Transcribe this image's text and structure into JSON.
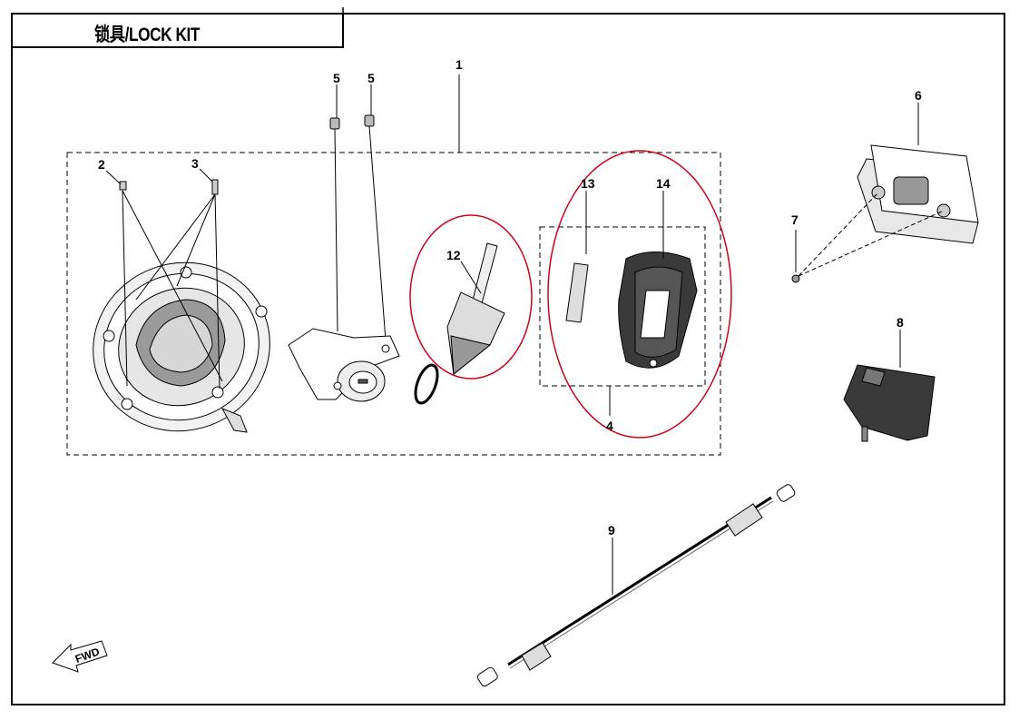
{
  "title": "锁具/LOCK KIT",
  "fwd_label": "FWD",
  "callouts": [
    {
      "id": "c1",
      "text": "1"
    },
    {
      "id": "c2",
      "text": "2"
    },
    {
      "id": "c3",
      "text": "3"
    },
    {
      "id": "c4",
      "text": "4"
    },
    {
      "id": "c5a",
      "text": "5"
    },
    {
      "id": "c5b",
      "text": "5"
    },
    {
      "id": "c6",
      "text": "6"
    },
    {
      "id": "c7",
      "text": "7"
    },
    {
      "id": "c8",
      "text": "8"
    },
    {
      "id": "c9",
      "text": "9"
    },
    {
      "id": "c12",
      "text": "12"
    },
    {
      "id": "c13",
      "text": "13"
    },
    {
      "id": "c14",
      "text": "14"
    }
  ]
}
